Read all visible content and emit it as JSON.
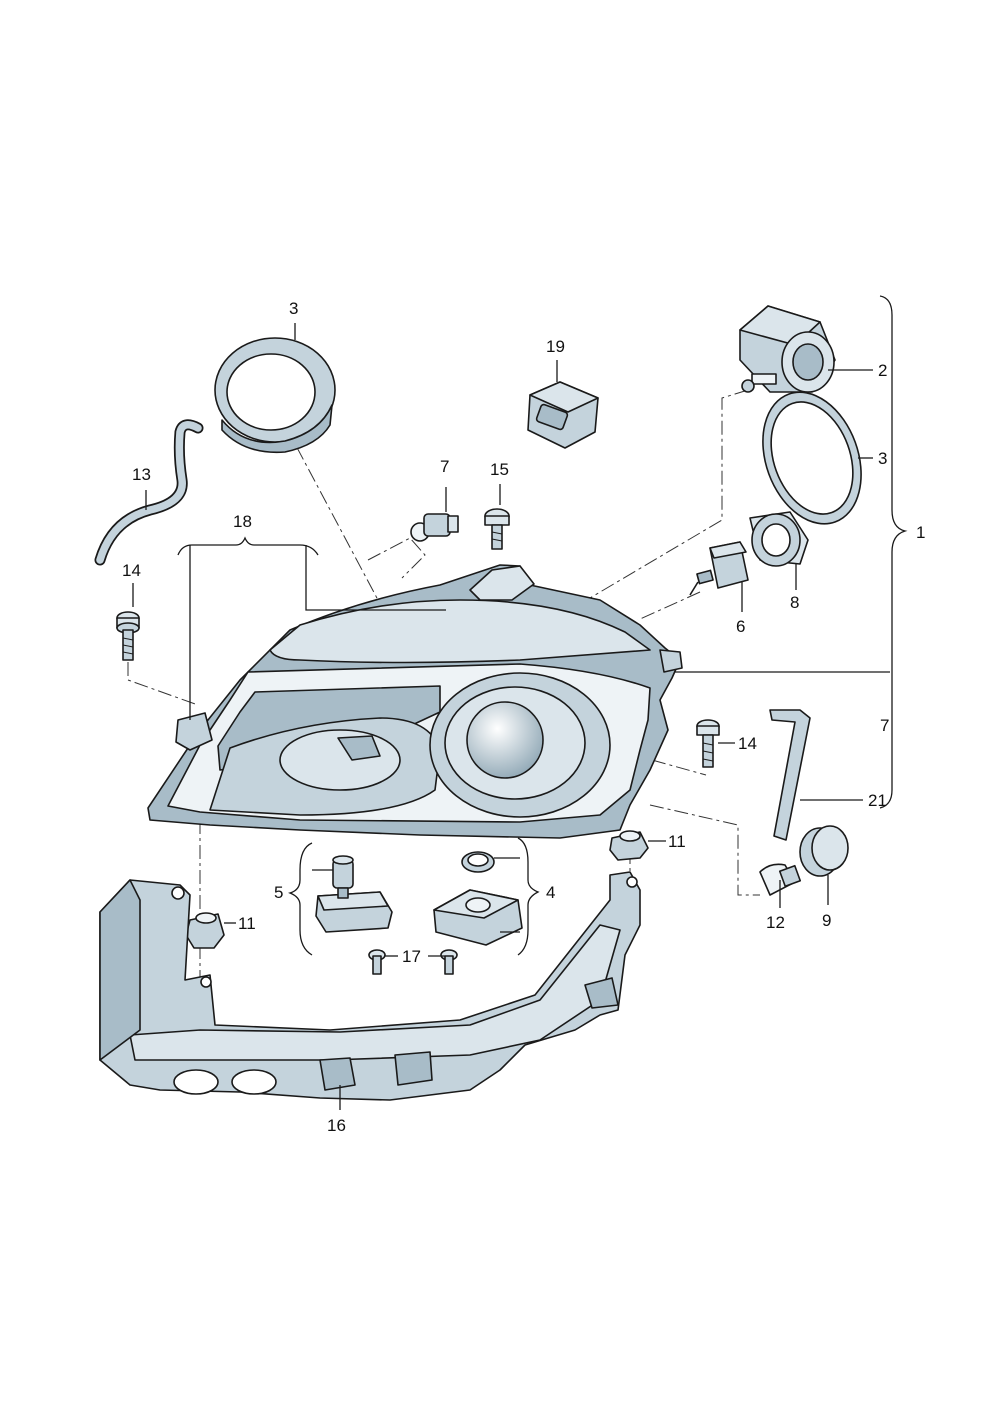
{
  "labels": {
    "l1": "1",
    "l2": "2",
    "l3a": "3",
    "l3b": "3",
    "l4": "4",
    "l5": "5",
    "l6": "6",
    "l7a": "7",
    "l7b": "7",
    "l8": "8",
    "l9": "9",
    "l11a": "11",
    "l11b": "11",
    "l12": "12",
    "l13": "13",
    "l14a": "14",
    "l14b": "14",
    "l15": "15",
    "l16": "16",
    "l17": "17",
    "l18": "18",
    "l19": "19",
    "l21": "21"
  }
}
